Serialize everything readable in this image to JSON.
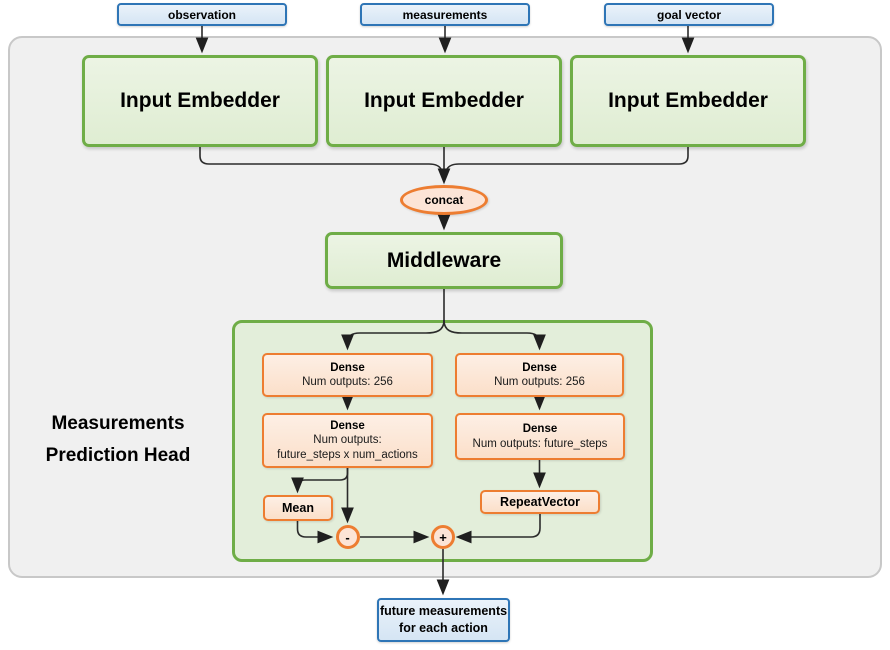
{
  "diagram": {
    "inputs": [
      {
        "label": "observation"
      },
      {
        "label": "measurements"
      },
      {
        "label": "goal vector"
      }
    ],
    "embedders": [
      {
        "label": "Input Embedder"
      },
      {
        "label": "Input Embedder"
      },
      {
        "label": "Input Embedder"
      }
    ],
    "concat": {
      "label": "concat"
    },
    "middleware": {
      "label": "Middleware"
    },
    "head": {
      "title_line1": "Measurements",
      "title_line2": "Prediction Head",
      "dense_left_top": {
        "title": "Dense",
        "line1": "Num outputs: 256"
      },
      "dense_right_top": {
        "title": "Dense",
        "line1": "Num outputs: 256"
      },
      "dense_left_bottom": {
        "title": "Dense",
        "line1": "Num outputs:",
        "line2": "future_steps x num_actions"
      },
      "dense_right_bottom": {
        "title": "Dense",
        "line1": "Num outputs: future_steps"
      },
      "mean": {
        "label": "Mean"
      },
      "repeat_vector": {
        "label": "RepeatVector"
      },
      "minus": {
        "label": "-"
      },
      "plus": {
        "label": "+"
      }
    },
    "output": {
      "line1": "future measurements",
      "line2": "for each action"
    },
    "colors": {
      "green_border": "#70AD47",
      "green_fill": "#E2EFDA",
      "orange_border": "#ED7D31",
      "orange_fill": "#FCE4D6",
      "blue_border": "#2E75B6",
      "blue_fill": "#DEEBF7",
      "outer_container_fill": "#F0F0F0",
      "connector": "#2B2B2B"
    }
  }
}
